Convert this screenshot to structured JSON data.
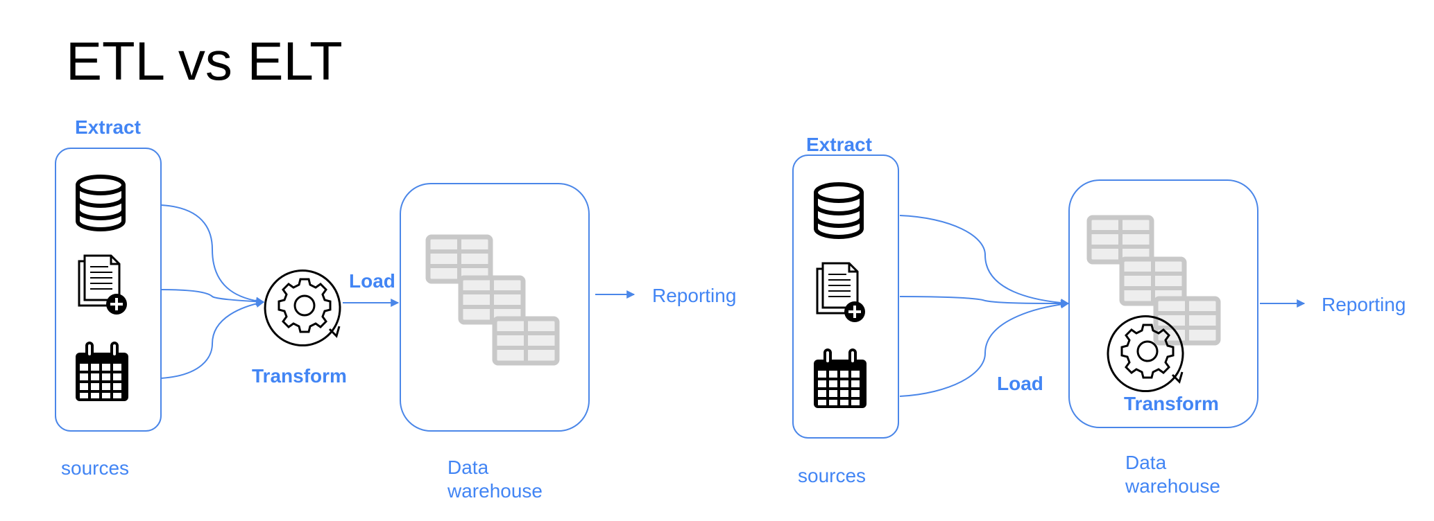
{
  "title": "ETL vs ELT",
  "colors": {
    "accent": "#4285f4",
    "table_gray": "#c8c8c8",
    "icon": "#000000"
  },
  "etl": {
    "extract_label": "Extract",
    "transform_label": "Transform",
    "load_label": "Load",
    "sources_label": "sources",
    "warehouse_label_line1": "Data",
    "warehouse_label_line2": "warehouse",
    "reporting_label": "Reporting",
    "source_icons": [
      "database-icon",
      "document-add-icon",
      "calendar-icon"
    ]
  },
  "elt": {
    "extract_label": "Extract",
    "transform_label": "Transform",
    "load_label": "Load",
    "sources_label": "sources",
    "warehouse_label_line1": "Data",
    "warehouse_label_line2": "warehouse",
    "reporting_label": "Reporting",
    "source_icons": [
      "database-icon",
      "document-add-icon",
      "calendar-icon"
    ]
  }
}
